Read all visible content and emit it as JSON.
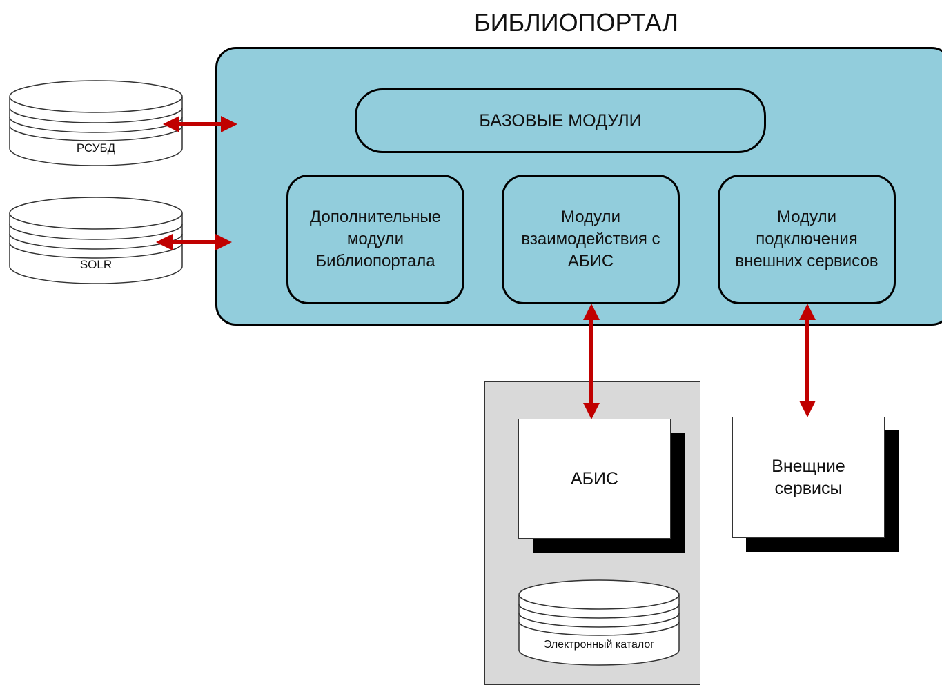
{
  "diagram": {
    "title": "БИБЛИОПОРТАЛ",
    "base_modules": "БАЗОВЫЕ МОДУЛИ",
    "sub_modules": [
      {
        "label": "Дополнительные\nмодули\nБиблиопортала"
      },
      {
        "label": "Модули\nвзаимодействия с\nАБИС"
      },
      {
        "label": "Модули\nподключения\nвнешних сервисов"
      }
    ],
    "databases": [
      {
        "label": "РСУБД"
      },
      {
        "label": "SOLR"
      },
      {
        "label": "Электронный каталог"
      }
    ],
    "abis_label": "АБИС",
    "external_services_label": "Внещние\nсервисы"
  },
  "colors": {
    "portal_fill": "#92cddc",
    "arrow": "#c00000",
    "abis_zone": "#d9d9d9"
  }
}
